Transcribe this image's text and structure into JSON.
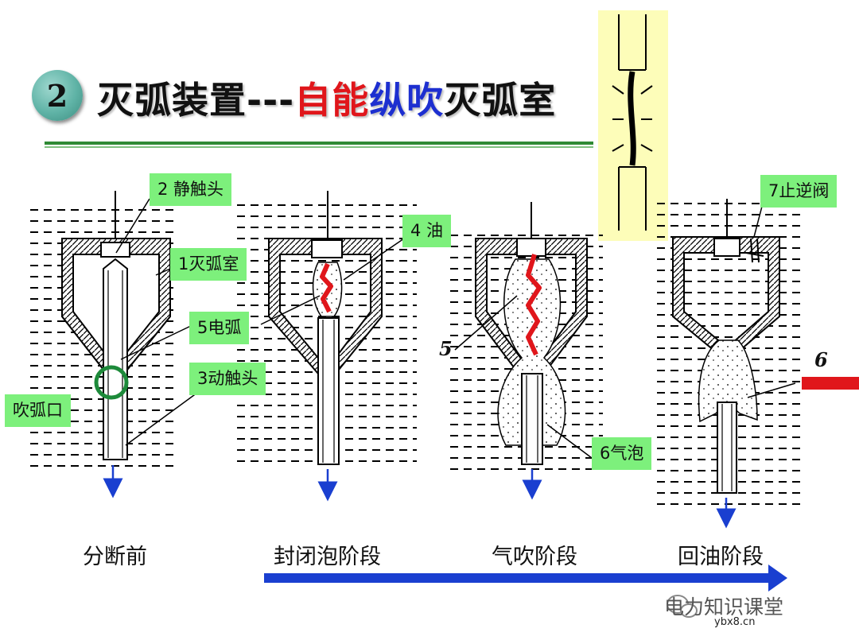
{
  "header": {
    "badge_number": "2",
    "title_part1": "灭弧装置---",
    "title_red": "自能",
    "title_blue": "纵吹",
    "title_part2": "灭弧室"
  },
  "labels": {
    "static_contact": "2 静触头",
    "arc_chamber": "1灭弧室",
    "arc": "5电弧",
    "moving_contact": "3动触头",
    "blow_port": "吹弧口",
    "oil": "4 油",
    "bubble": "6气泡",
    "check_valve": "7止逆阀"
  },
  "hand_numbers": {
    "five": "5",
    "six": "6"
  },
  "stages": [
    "分断前",
    "封闭泡阶段",
    "气吹阶段",
    "回油阶段"
  ],
  "watermark": {
    "text": "电力知识课堂",
    "site": "ybx8.cn"
  },
  "colors": {
    "label_bg": "#7df07c",
    "arc": "#e0161b",
    "arrow": "#1a3fd0",
    "rule": "#2f8a35",
    "inset_bg": "#fdfdb9",
    "ring": "#1d8a3a"
  }
}
